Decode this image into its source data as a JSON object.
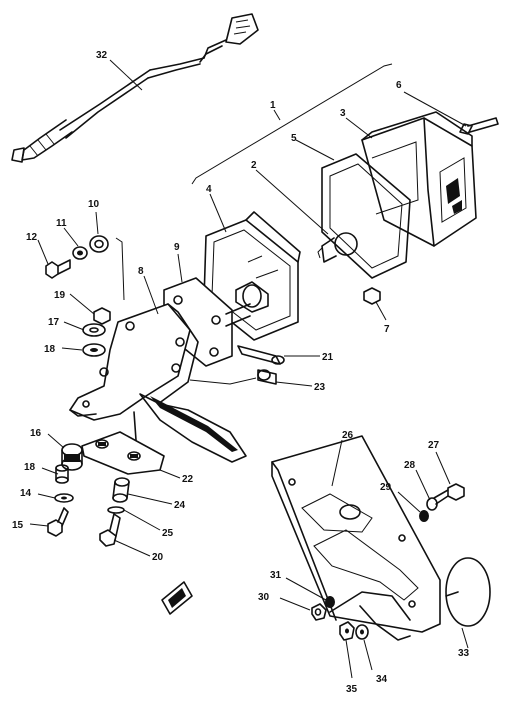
{
  "diagram": {
    "labels": [
      {
        "id": "1",
        "text": "1"
      },
      {
        "id": "2",
        "text": "2"
      },
      {
        "id": "3",
        "text": "3"
      },
      {
        "id": "4",
        "text": "4"
      },
      {
        "id": "5",
        "text": "5"
      },
      {
        "id": "6",
        "text": "6"
      },
      {
        "id": "7",
        "text": "7"
      },
      {
        "id": "8",
        "text": "8"
      },
      {
        "id": "9",
        "text": "9"
      },
      {
        "id": "10",
        "text": "10"
      },
      {
        "id": "11",
        "text": "11"
      },
      {
        "id": "12",
        "text": "12"
      },
      {
        "id": "14",
        "text": "14"
      },
      {
        "id": "15",
        "text": "15"
      },
      {
        "id": "16",
        "text": "16"
      },
      {
        "id": "17",
        "text": "17"
      },
      {
        "id": "18",
        "text": "18"
      },
      {
        "id": "19",
        "text": "19"
      },
      {
        "id": "20",
        "text": "20"
      },
      {
        "id": "21",
        "text": "21"
      },
      {
        "id": "22",
        "text": "22"
      },
      {
        "id": "23",
        "text": "23"
      },
      {
        "id": "24",
        "text": "24"
      },
      {
        "id": "25",
        "text": "25"
      },
      {
        "id": "26",
        "text": "26"
      },
      {
        "id": "27",
        "text": "27"
      },
      {
        "id": "28",
        "text": "28"
      },
      {
        "id": "29",
        "text": "29"
      },
      {
        "id": "30",
        "text": "30"
      },
      {
        "id": "31",
        "text": "31"
      },
      {
        "id": "32",
        "text": "32"
      },
      {
        "id": "33",
        "text": "33"
      },
      {
        "id": "34",
        "text": "34"
      },
      {
        "id": "35",
        "text": "35"
      },
      {
        "id": "16b",
        "text": "16"
      }
    ]
  }
}
